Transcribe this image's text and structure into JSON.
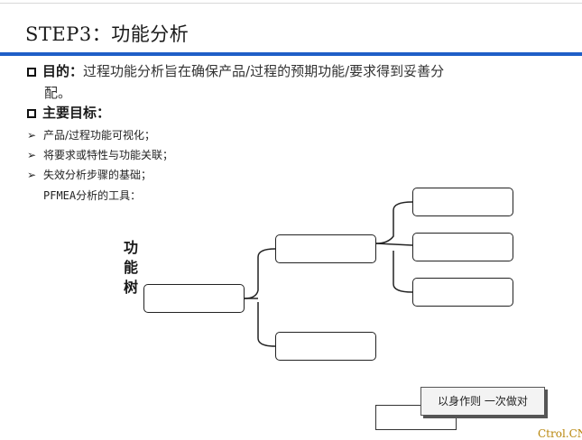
{
  "header": {
    "title": "STEP3：功能分析"
  },
  "content": {
    "purpose_label": "目的：",
    "purpose_text": "过程功能分析旨在确保产品/过程的预期功能/要求得到妥善分",
    "purpose_cont": "配。",
    "goals_label": "主要目标：",
    "goals": [
      "产品/过程功能可视化；",
      "将要求或特性与功能关联；",
      "失效分析步骤的基础；"
    ],
    "tool_text": "PFMEA分析的工具：",
    "bullet_icon": "hollow-square-bullet",
    "arrow_icon": "arrow-right"
  },
  "diagram": {
    "label": "功能树"
  },
  "footer": {
    "stamp_text": "以身作则  一次做对",
    "brand": "Ctrol.CN"
  },
  "colors": {
    "title_bar": "#1f5fc7",
    "brand": "#b8860b"
  }
}
